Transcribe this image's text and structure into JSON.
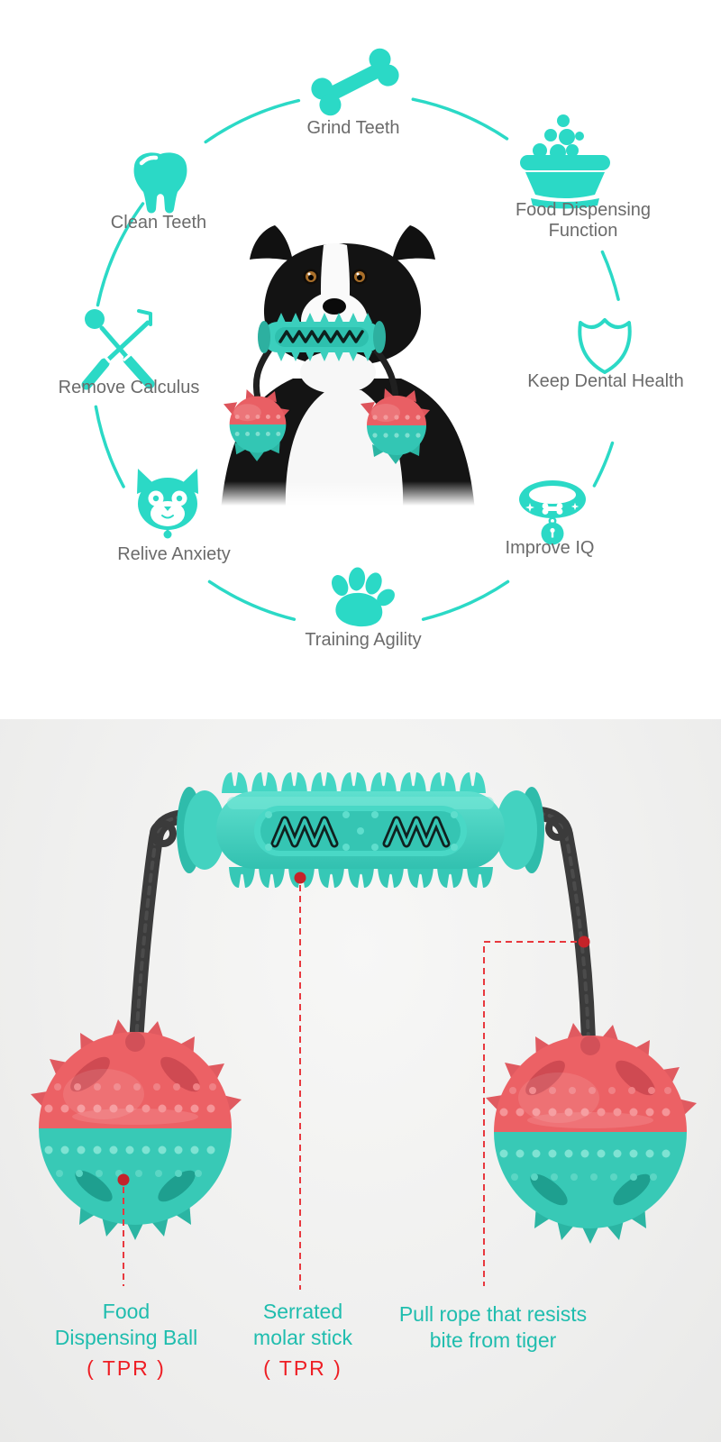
{
  "colors": {
    "accent_teal": "#2bd9c6",
    "ring_text_gray": "#6b6b6b",
    "product_teal": "#3bcdbb",
    "product_coral": "#ec6165",
    "rope_black": "#3b3b3b",
    "callout_teal": "#1fbdae",
    "callout_red": "#ee1d23",
    "annotation_red": "#e8383e",
    "panel_bg": "#f0f0ef"
  },
  "feature_ring": {
    "items": [
      {
        "id": "grind-teeth",
        "icon": "bone-icon",
        "lines": [
          "Grind Teeth"
        ]
      },
      {
        "id": "food-dispensing",
        "icon": "food-bowl-icon",
        "lines": [
          "Food Dispensing",
          "Function"
        ]
      },
      {
        "id": "keep-dental",
        "icon": "shield-icon",
        "lines": [
          "Keep Dental Health"
        ]
      },
      {
        "id": "improve-iq",
        "icon": "dog-collar-icon",
        "lines": [
          "Improve IQ"
        ]
      },
      {
        "id": "training-agility",
        "icon": "paw-icon",
        "lines": [
          "Training Agility"
        ]
      },
      {
        "id": "relive-anxiety",
        "icon": "dog-face-icon",
        "lines": [
          "Relive Anxiety"
        ]
      },
      {
        "id": "remove-calculus",
        "icon": "dental-tools-icon",
        "lines": [
          "Remove Calculus"
        ]
      },
      {
        "id": "clean-teeth",
        "icon": "tooth-icon",
        "lines": [
          "Clean Teeth"
        ]
      }
    ]
  },
  "product_callouts": {
    "ball": {
      "lines": [
        "Food",
        "Dispensing Ball"
      ],
      "material": "( TPR )"
    },
    "stick": {
      "lines": [
        "Serrated",
        "molar stick"
      ],
      "material": "( TPR )"
    },
    "rope": {
      "lines": [
        "Pull rope that resists",
        "bite from tiger"
      ]
    }
  }
}
